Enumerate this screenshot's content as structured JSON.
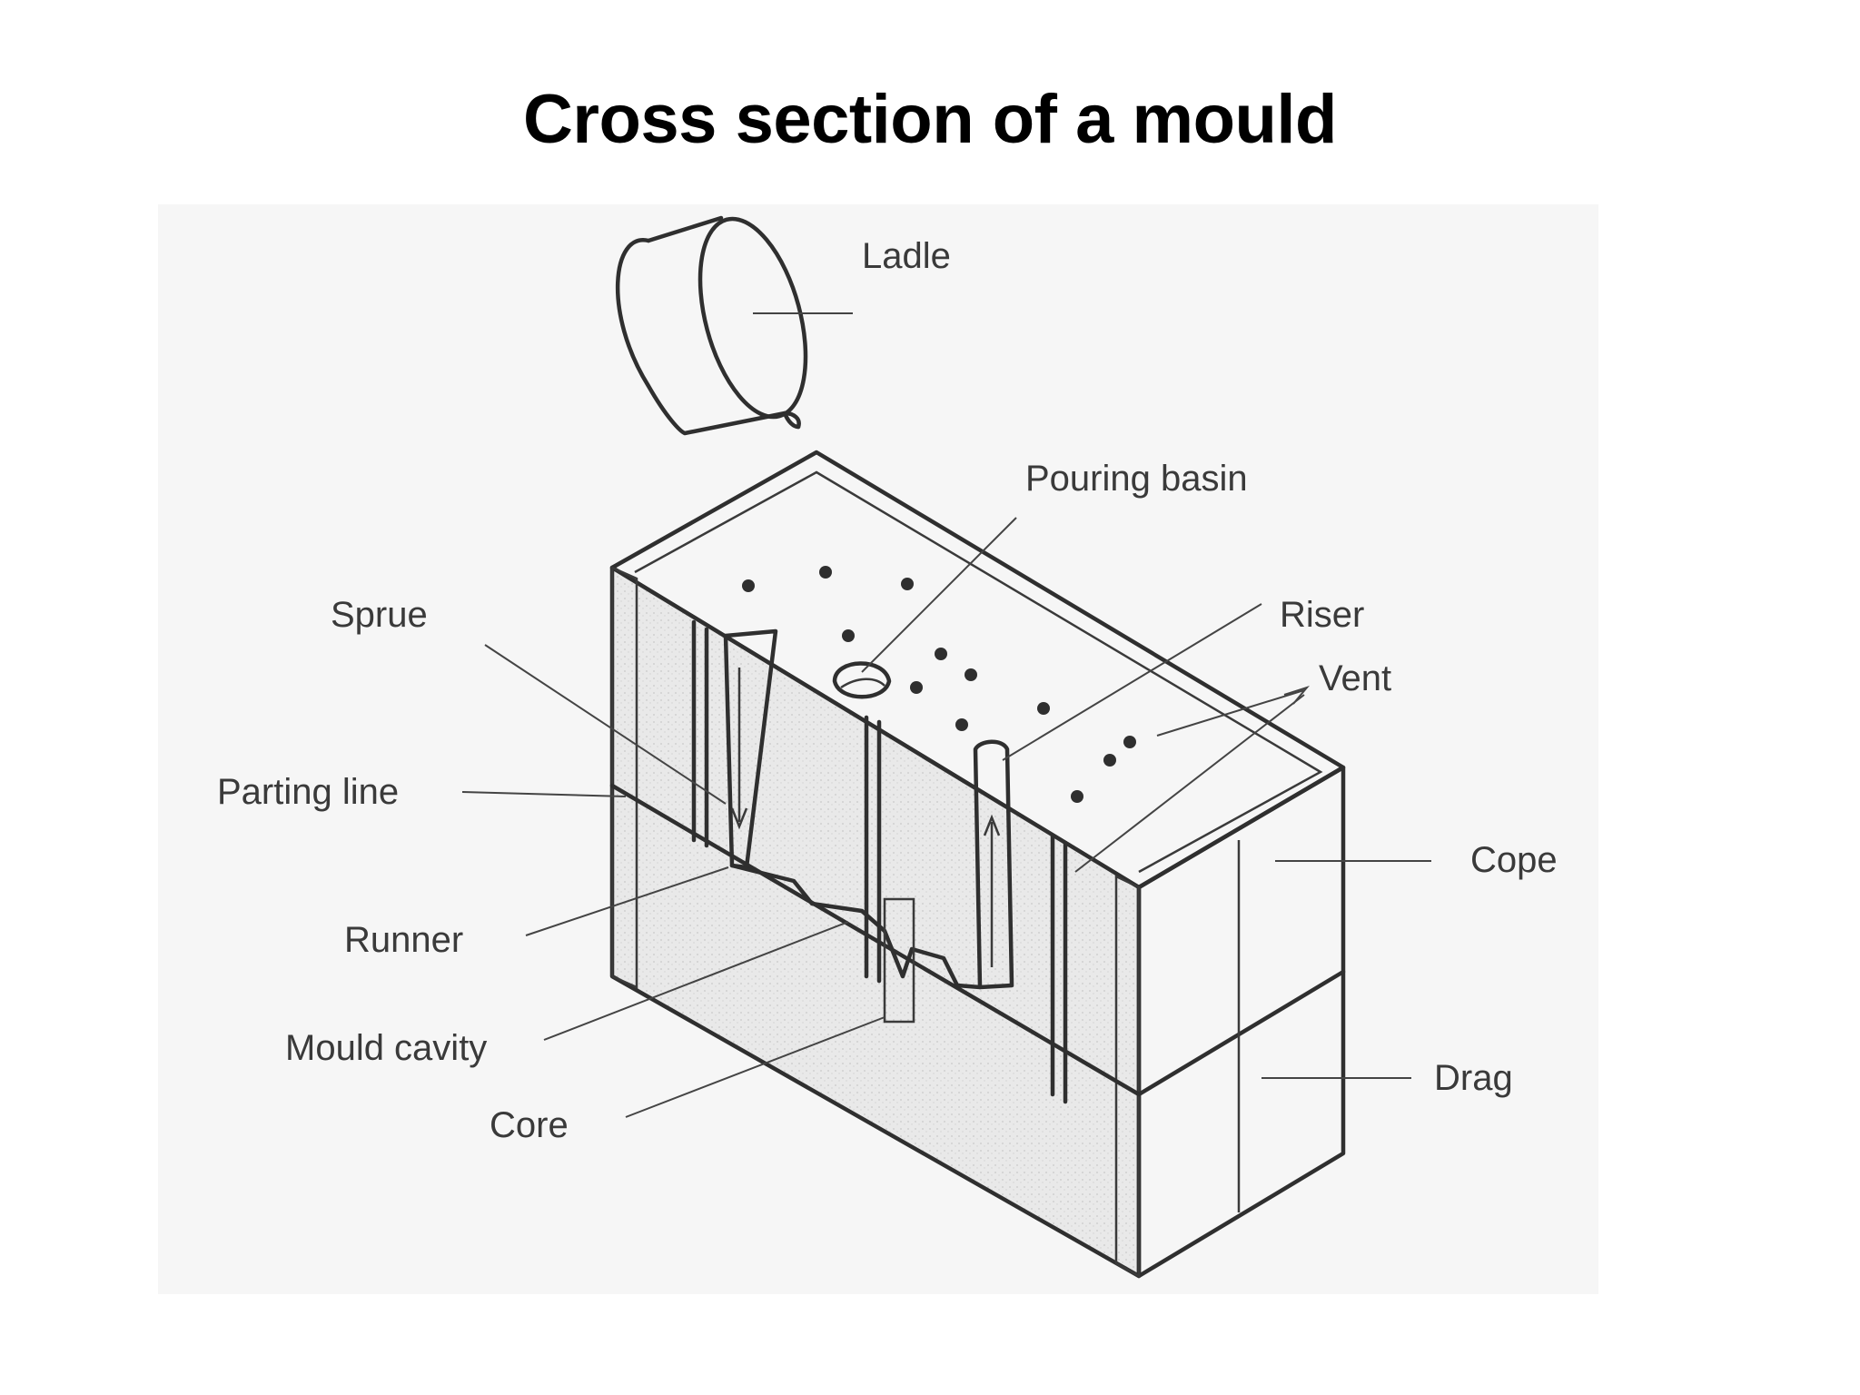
{
  "title": "Cross section of a mould",
  "labels": {
    "ladle": "Ladle",
    "pouring_basin": "Pouring basin",
    "sprue": "Sprue",
    "riser": "Riser",
    "vent": "Vent",
    "parting_line": "Parting line",
    "cope": "Cope",
    "runner": "Runner",
    "mould_cavity": "Mould cavity",
    "core": "Core",
    "drag": "Drag"
  }
}
